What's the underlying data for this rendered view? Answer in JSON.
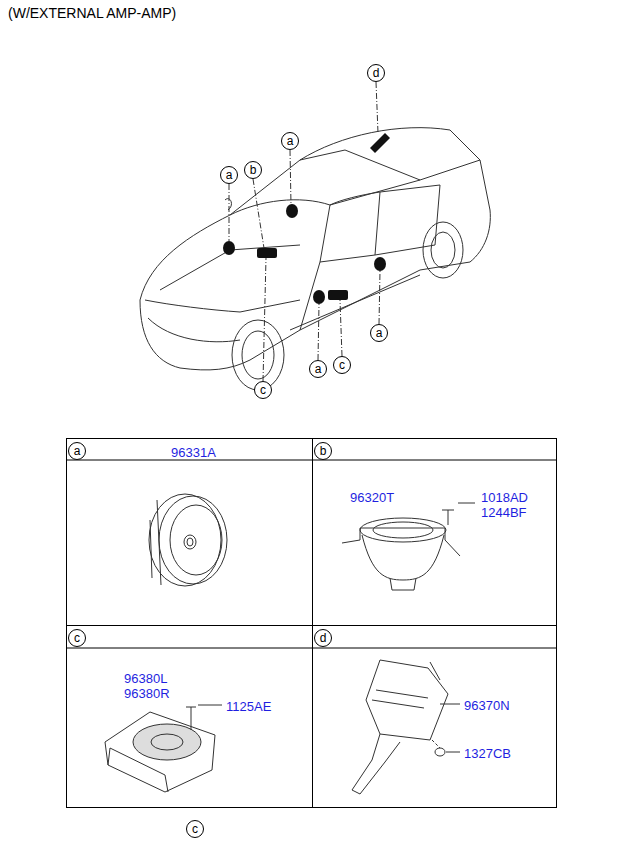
{
  "diagram": {
    "title": "(W/EXTERNAL AMP-AMP)",
    "nodes": [
      {
        "text": [
          "a",
          "96331A"
        ]
      },
      {
        "text": [
          "b",
          "96320T",
          "1018AD",
          "1244BF"
        ]
      },
      {
        "text": [
          "c",
          "96380L",
          "96380R",
          "1125AE"
        ]
      },
      {
        "text": [
          "d",
          "96370N",
          "1327CB"
        ]
      }
    ],
    "edges": [],
    "labels": [
      "d",
      "a",
      "b",
      "a",
      "a",
      "c",
      "a",
      "c",
      "c"
    ]
  }
}
